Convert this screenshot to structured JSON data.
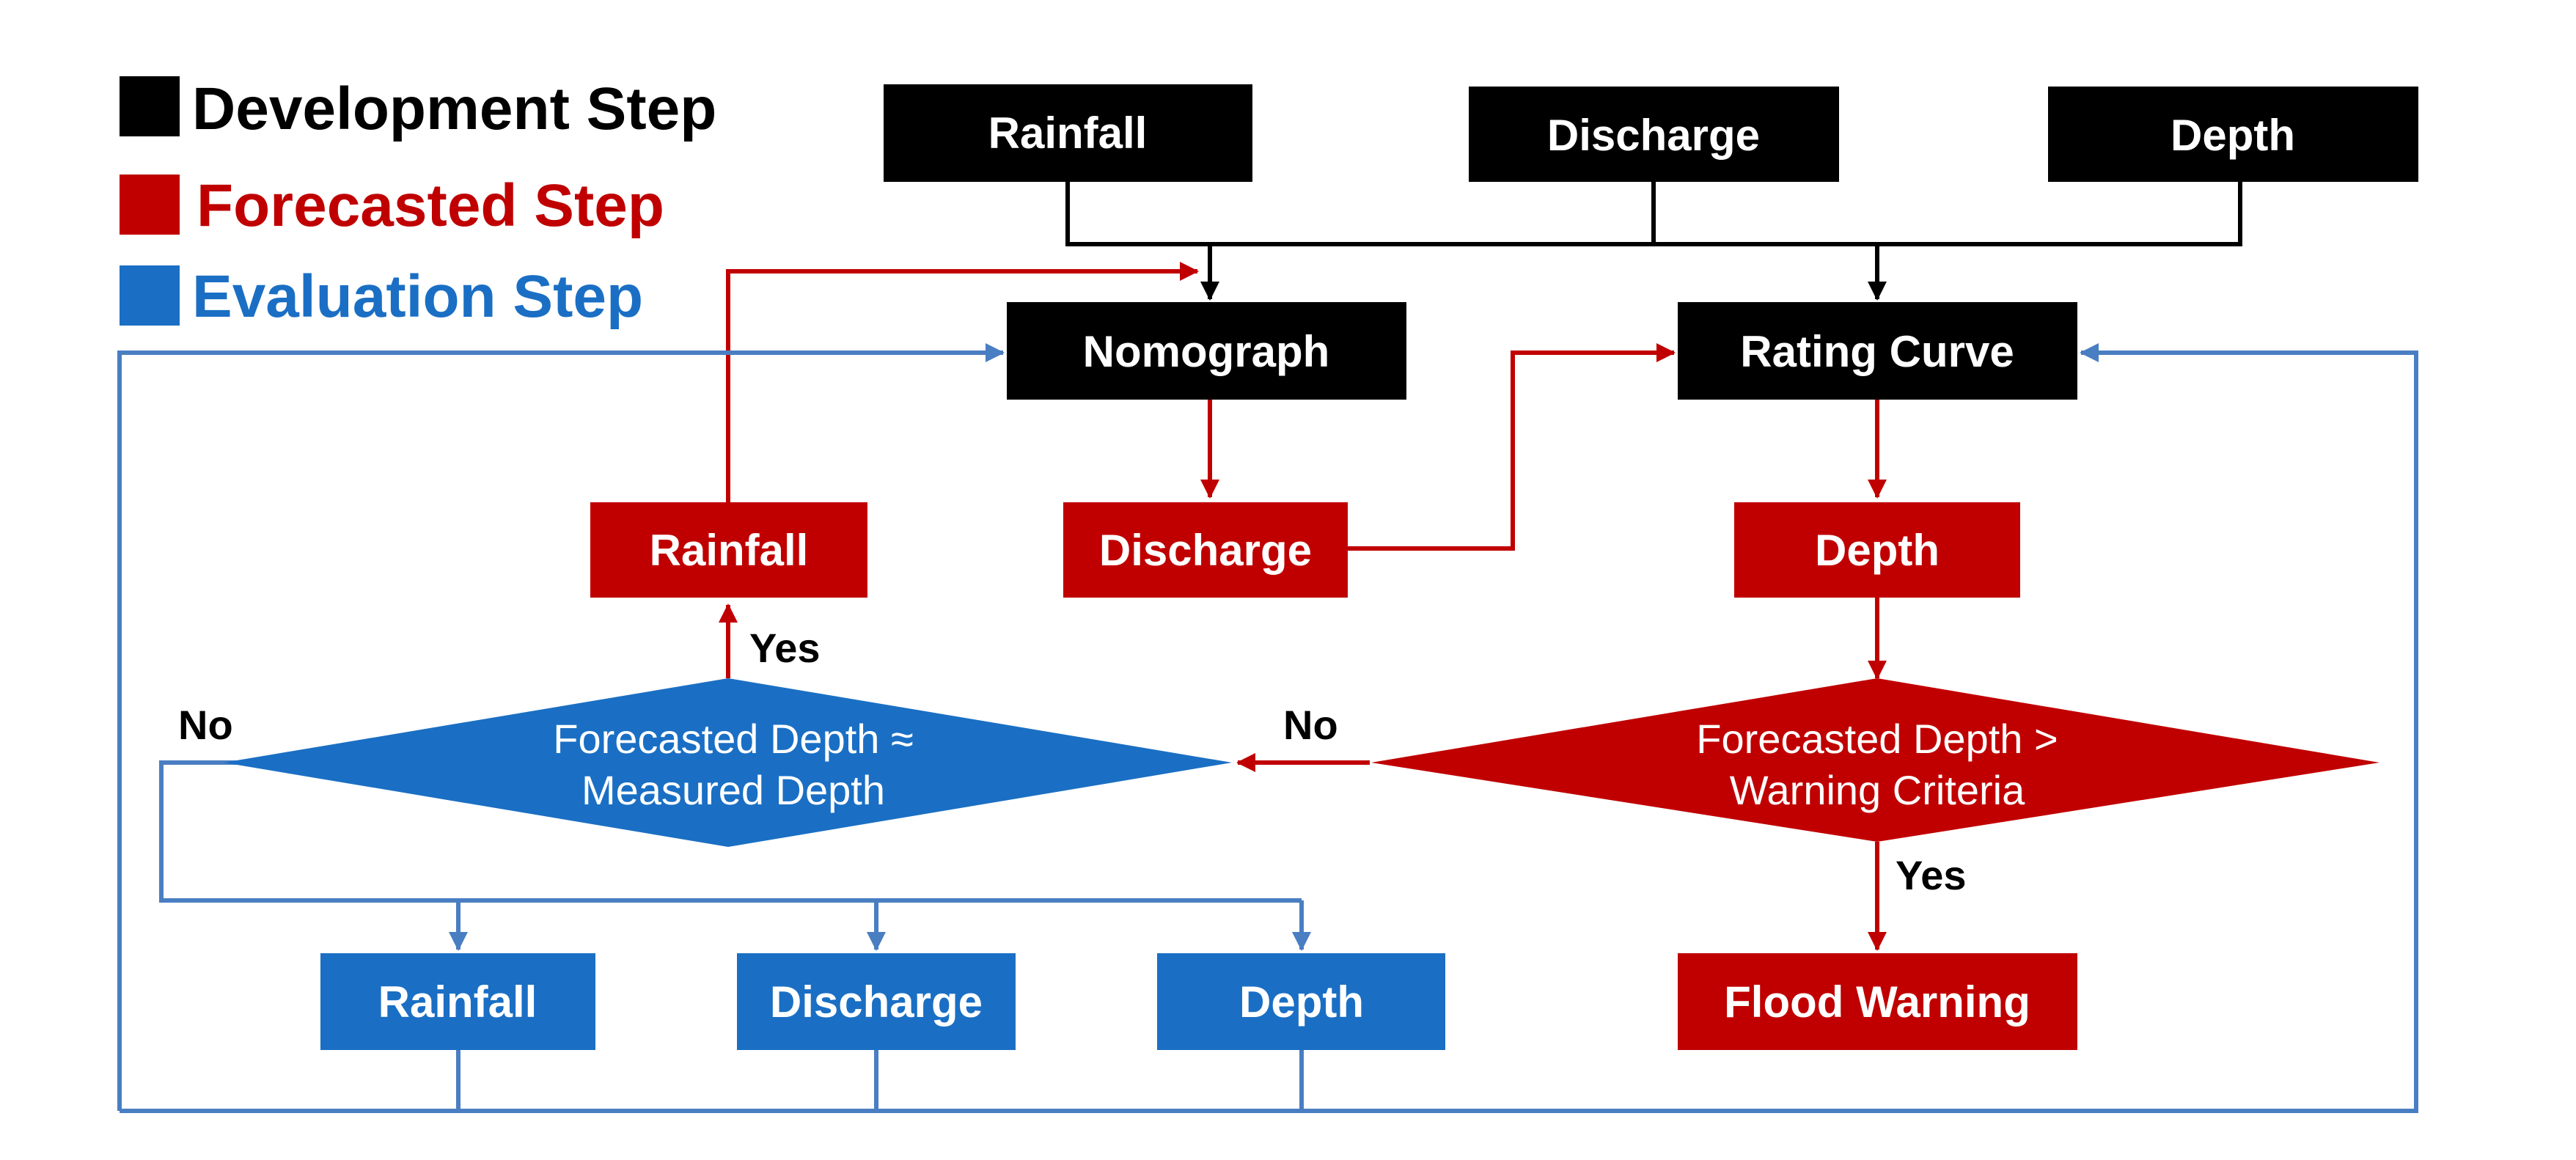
{
  "colors": {
    "development": "#000000",
    "forecasted": "#c00000",
    "evaluation": "#1a6fc4",
    "evaluation_line": "#4a7ec2"
  },
  "legend": {
    "development": "Development Step",
    "forecasted": "Forecasted Step",
    "evaluation": "Evaluation Step"
  },
  "development_nodes": {
    "rainfall": "Rainfall",
    "discharge": "Discharge",
    "depth": "Depth",
    "nomograph": "Nomograph",
    "rating_curve": "Rating Curve"
  },
  "forecast_nodes": {
    "rainfall": "Rainfall",
    "discharge": "Discharge",
    "depth": "Depth",
    "flood_warning": "Flood Warning"
  },
  "evaluation_nodes": {
    "rainfall": "Rainfall",
    "discharge": "Discharge",
    "depth": "Depth"
  },
  "decisions": {
    "evaluation": {
      "line1": "Forecasted Depth ≈",
      "line2": "Measured Depth"
    },
    "warning": {
      "line1": "Forecasted Depth >",
      "line2": "Warning Criteria"
    }
  },
  "branch_labels": {
    "yes_evaluation": "Yes",
    "no_evaluation": "No",
    "no_warning": "No",
    "yes_warning": "Yes"
  }
}
